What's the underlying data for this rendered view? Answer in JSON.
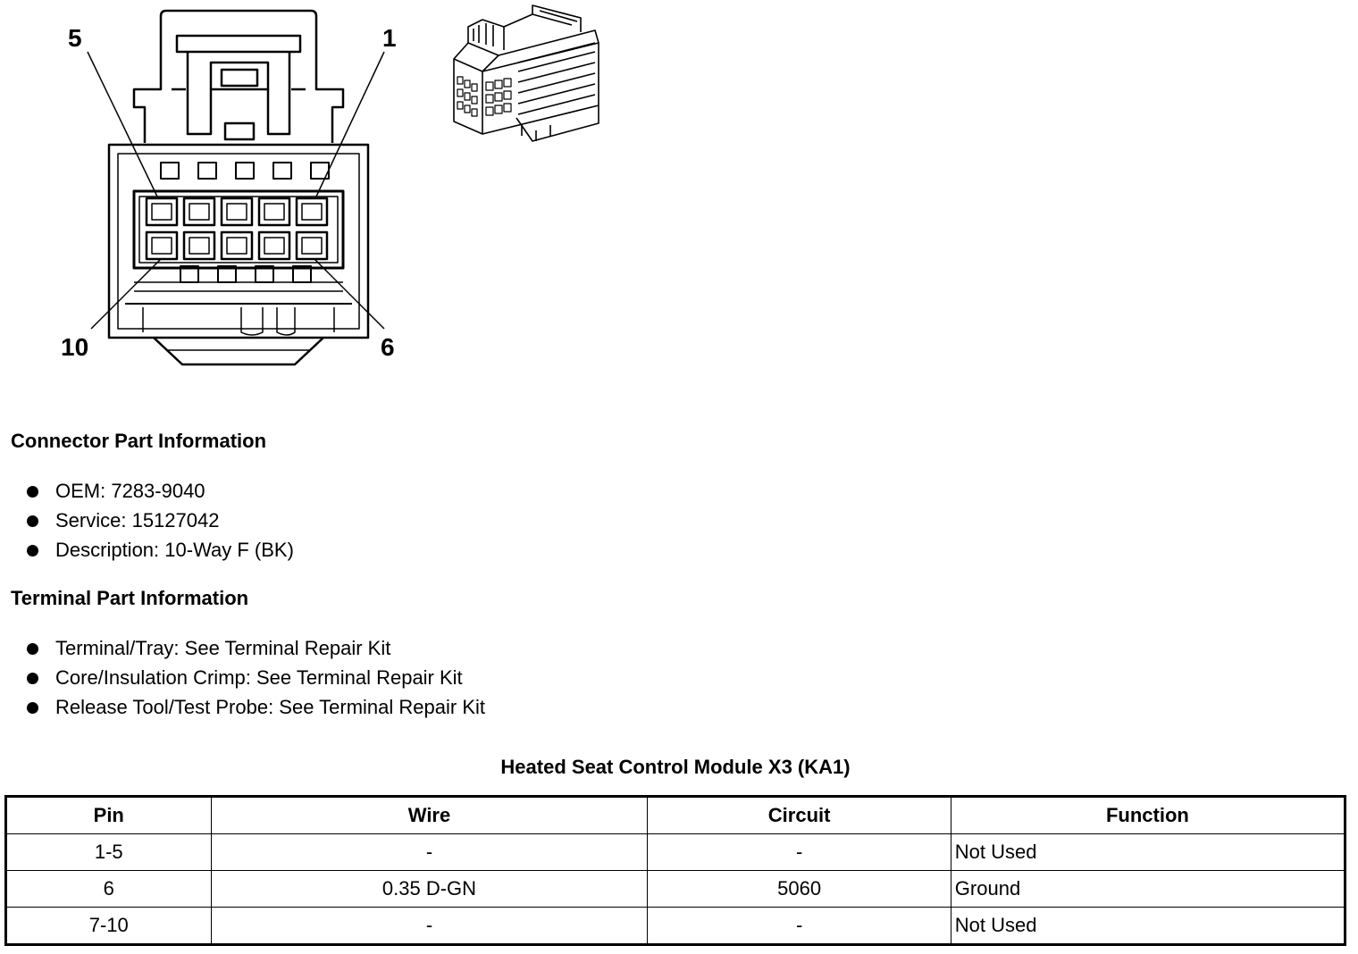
{
  "diagram": {
    "pin_labels": {
      "top_left": "5",
      "top_right": "1",
      "bottom_left": "10",
      "bottom_right": "6"
    }
  },
  "connector_info": {
    "title": "Connector Part Information",
    "items": [
      "OEM: 7283-9040",
      "Service: 15127042",
      "Description: 10-Way F (BK)"
    ]
  },
  "terminal_info": {
    "title": "Terminal Part Information",
    "items": [
      "Terminal/Tray: See Terminal Repair Kit",
      "Core/Insulation Crimp: See Terminal Repair Kit",
      "Release Tool/Test Probe: See Terminal Repair Kit"
    ]
  },
  "pin_table": {
    "title": "Heated Seat Control Module X3 (KA1)",
    "headers": [
      "Pin",
      "Wire",
      "Circuit",
      "Function"
    ],
    "rows": [
      [
        "1-5",
        "-",
        "-",
        "Not Used"
      ],
      [
        "6",
        "0.35 D-GN",
        "5060",
        "Ground"
      ],
      [
        "7-10",
        "-",
        "-",
        "Not Used"
      ]
    ]
  }
}
